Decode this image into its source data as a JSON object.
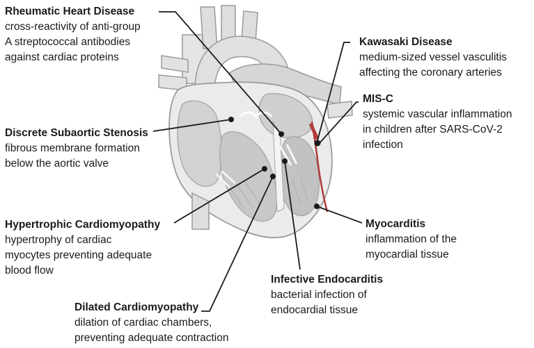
{
  "annotations": [
    {
      "id": "rheumatic",
      "title": "Rheumatic Heart Disease",
      "lines": [
        "cross-reactivity of anti-group",
        "A streptococcal antibodies",
        "against cardiac proteins"
      ]
    },
    {
      "id": "kawasaki",
      "title": "Kawasaki Disease",
      "lines": [
        "medium-sized vessel vasculitis",
        "affecting the coronary arteries"
      ]
    },
    {
      "id": "misc",
      "title": "MIS-C",
      "lines": [
        "systemic vascular inflammation",
        "in children after SARS-CoV-2",
        "infection"
      ]
    },
    {
      "id": "subaortic",
      "title": "Discrete Subaortic Stenosis",
      "lines": [
        "fibrous membrane formation",
        "below the aortic valve"
      ]
    },
    {
      "id": "hypertrophic",
      "title": "Hypertrophic Cardiomyopathy",
      "lines": [
        "hypertrophy of cardiac",
        "myocytes preventing adequate",
        "blood flow"
      ]
    },
    {
      "id": "myocarditis",
      "title": "Myocarditis",
      "lines": [
        "inflammation of the",
        "myocardial tissue"
      ]
    },
    {
      "id": "endocarditis",
      "title": "Infective Endocarditis",
      "lines": [
        "bacterial infection of",
        "endocardial tissue"
      ]
    },
    {
      "id": "dilated",
      "title": "Dilated Cardiomyopathy",
      "lines": [
        "dilation of cardiac chambers,",
        "preventing adequate contraction"
      ]
    }
  ],
  "colors": {
    "heart_light": "#e8e8e8",
    "heart_mid": "#cfcfcf",
    "heart_dark": "#b3b3b3",
    "outline": "#9a9a9a",
    "coronary": "#b03a3a"
  }
}
